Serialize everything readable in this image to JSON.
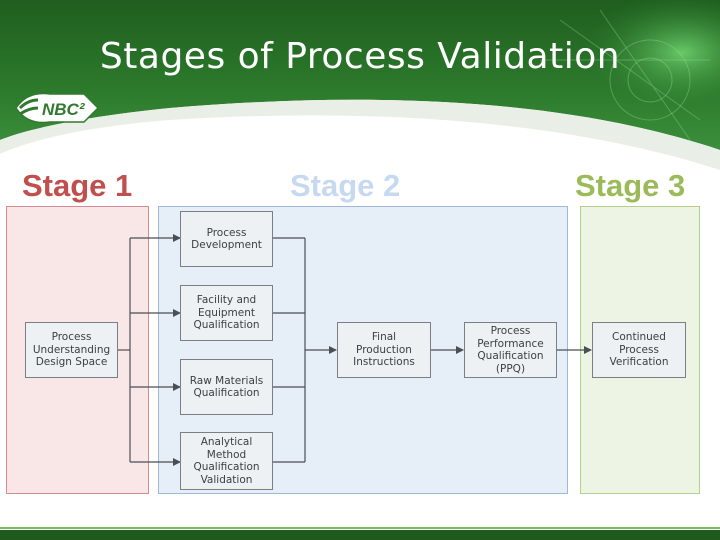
{
  "slide": {
    "title": "Stages of Process Validation",
    "logo_text": "NBC²"
  },
  "stages": [
    {
      "label": "Stage 1",
      "color": "#c0504d"
    },
    {
      "label": "Stage 2",
      "color": "#c6d9f1"
    },
    {
      "label": "Stage 3",
      "color": "#9bbb59"
    }
  ],
  "boxes": {
    "process_understanding": "Process\nUnderstanding\nDesign Space",
    "process_development": "Process\nDevelopment",
    "facility_equipment": "Facility and\nEquipment\nQualification",
    "raw_materials": "Raw Materials\nQualification",
    "analytical_method": "Analytical Method\nQualification\nValidation",
    "final_production": "Final\nProduction\nInstructions",
    "ppq": "Process\nPerformance\nQualification\n(PPQ)",
    "continued_verification": "Continued\nProcess\nVerification"
  },
  "colors": {
    "header_green": "#2f7a2f",
    "header_dark": "#143f14",
    "arrow": "#4a4f55"
  }
}
